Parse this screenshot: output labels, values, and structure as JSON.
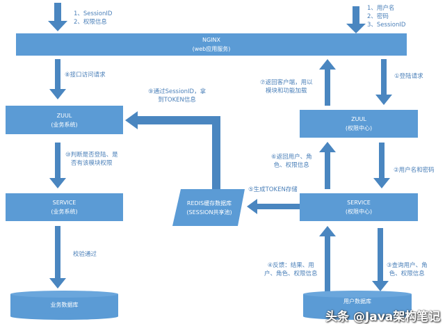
{
  "nodes": {
    "nginx": {
      "title": "NGINX",
      "sub": "(web应用服务)"
    },
    "zuul_biz": {
      "title": "ZUUL",
      "sub": "(业务系统)"
    },
    "zuul_auth": {
      "title": "ZUUL",
      "sub": "(权限中心)"
    },
    "service_biz": {
      "title": "SERVICE",
      "sub": "(业务系统)"
    },
    "service_auth": {
      "title": "SERVICE",
      "sub": "(权限中心)"
    },
    "redis": {
      "title": "REDIS缓存数据库",
      "sub": "(SESSION共享池)"
    },
    "db_biz": {
      "title": "业务数据库"
    },
    "db_user": {
      "title": "用户数据库"
    }
  },
  "labels": {
    "top_left": [
      "1、SessionID",
      "2、权限信息"
    ],
    "top_right": [
      "1、用户名",
      "2、密码",
      "3、SessionID"
    ],
    "s1": "①登陆请求",
    "s2": "②用户名和密码",
    "s3": [
      "③查询用户、角",
      "色、权限信息"
    ],
    "s4": [
      "④反馈：结果、用",
      "户、角色、权限信息"
    ],
    "s5": "⑤生成TOKEN存储",
    "s6": [
      "⑥返回用户、角",
      "色、权限信息"
    ],
    "s7": [
      "⑦返回客户端，用以",
      "模块和功能加载"
    ],
    "s8": "⑧接口访问请求",
    "s9": [
      "⑨通过SessionID，拿",
      "到TOKEN信息"
    ],
    "s10": [
      "⑩判断是否登陆、是",
      "否有该模块权限"
    ],
    "verify": "校验通过"
  },
  "watermark": "头条 @Java架构笔记",
  "colors": {
    "box": "#5b9bd5",
    "arrow": "#4a86c0",
    "label": "#4a7fb8"
  }
}
